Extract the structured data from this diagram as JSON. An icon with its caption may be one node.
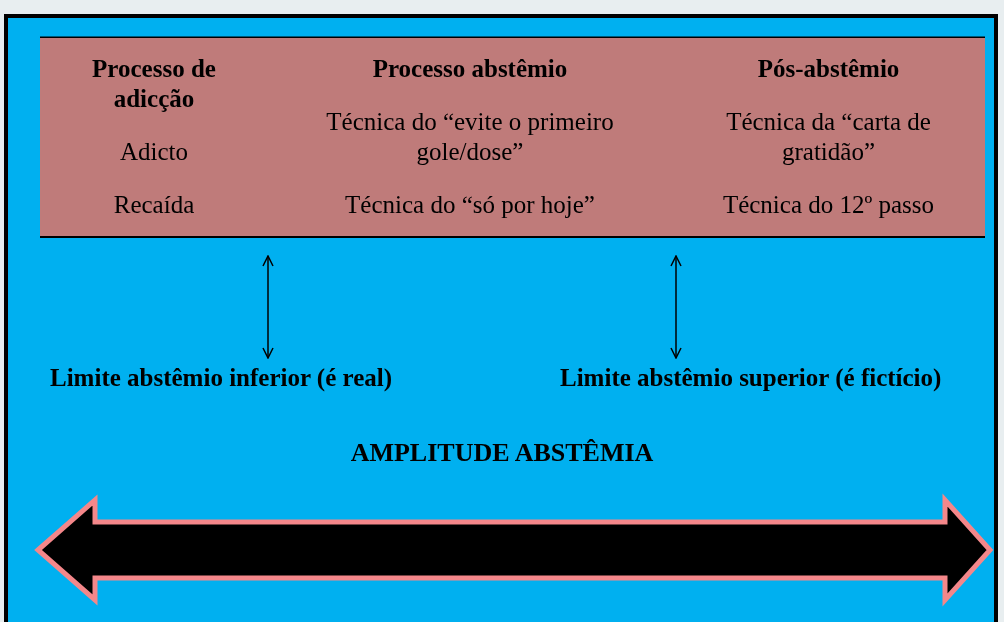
{
  "diagram": {
    "nodes": [
      {
        "text": [
          "Processo de adicção",
          "Adicto",
          "Recaída"
        ]
      },
      {
        "text": [
          "Processo abstêmio",
          "Técnica do “evite o primeiro gole/dose”",
          "Técnica do “só por hoje”"
        ]
      },
      {
        "text": [
          "Pós-abstêmio",
          "Técnica da “carta de gratidão”",
          "Técnica do 12º passo"
        ]
      },
      {
        "text": [
          "Limite abstêmio inferior (é real)"
        ]
      },
      {
        "text": [
          "Limite abstêmio superior (é fictício)"
        ]
      }
    ],
    "edges": [
      {
        "from": 0,
        "to": 3,
        "arrow": "both"
      },
      {
        "from": 2,
        "to": 4,
        "arrow": "both"
      }
    ],
    "labels": [
      "AMPLITUDE ABSTÊMIA"
    ]
  }
}
